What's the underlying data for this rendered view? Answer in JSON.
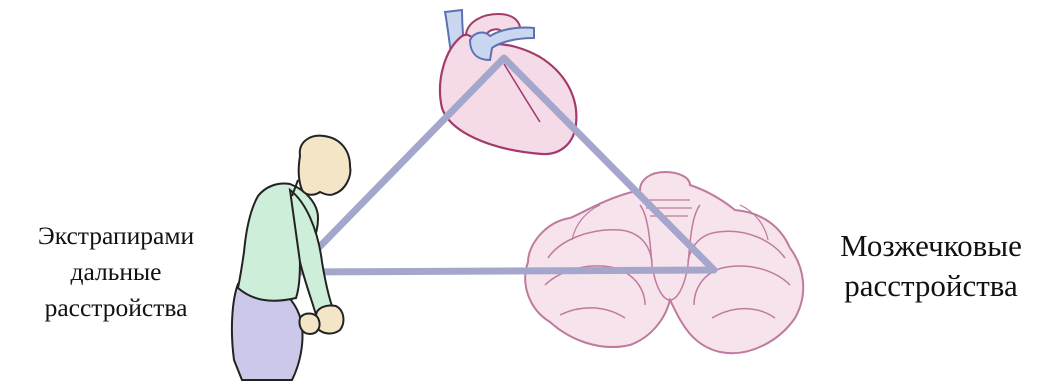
{
  "labels": {
    "left": {
      "line1": "Экстрапирами",
      "line2": "дальные",
      "line3": "расстройства"
    },
    "right": {
      "line1": "Мозжечковые",
      "line2": "расстройства"
    }
  },
  "colors": {
    "triangle": "#a4a7cb",
    "heart_fill": "#f4dbe7",
    "heart_stroke": "#a23a6b",
    "vessel_fill": "#c9d7f1",
    "vessel_stroke": "#5b72b3",
    "cerebellum_fill": "#f6e3ec",
    "cerebellum_stroke": "#c07aa0",
    "head_fill": "#f2e6c6",
    "shirt_fill": "#cdeed8",
    "pants_fill": "#ccc8ea",
    "outline": "#222222"
  }
}
